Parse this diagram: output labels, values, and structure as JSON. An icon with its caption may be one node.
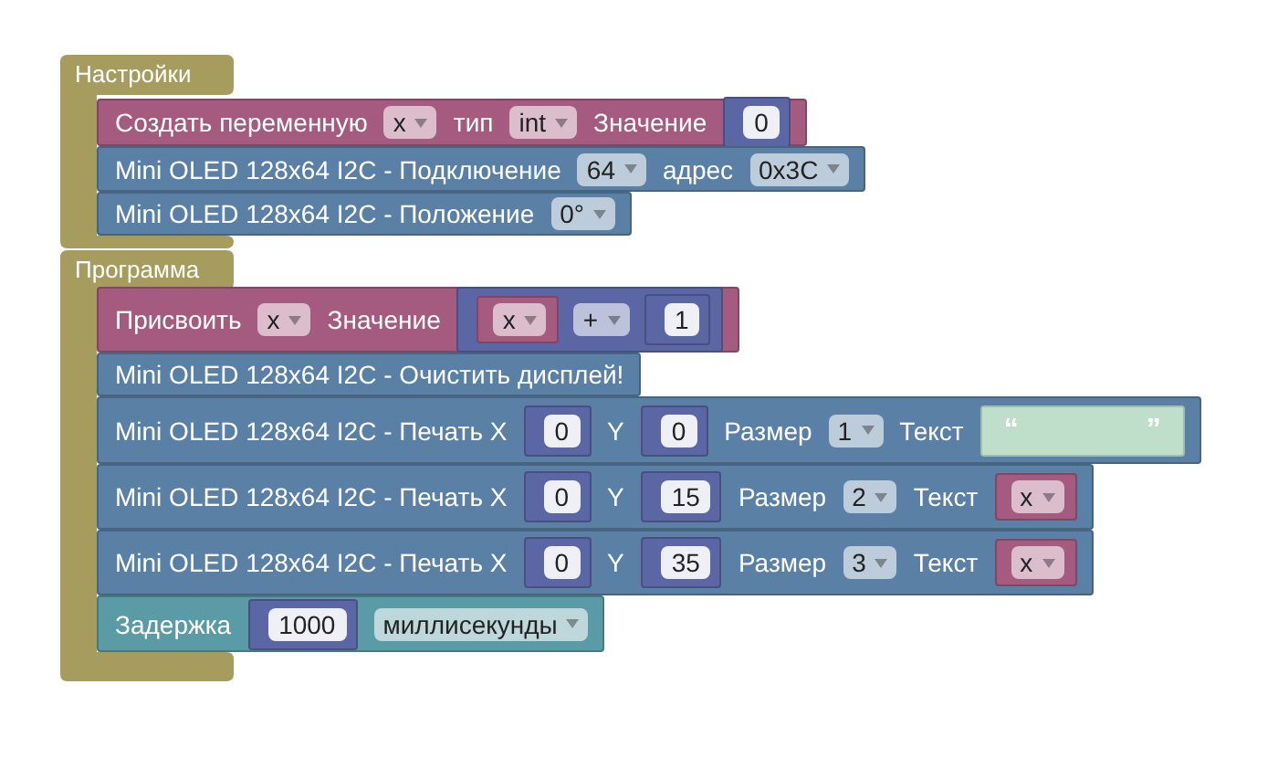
{
  "diagram": {
    "nodes": [
      {
        "text": [
          "Настройки"
        ]
      },
      {
        "text": [
          "Создать переменную",
          "тип",
          "Значение"
        ]
      },
      {
        "text": [
          "x"
        ],
        "in": 1
      },
      {
        "text": [
          "int"
        ],
        "in": 1
      },
      {
        "text": [
          "0"
        ],
        "in": 1
      },
      {
        "text": [
          "Mini OLED 128x64 I2C - Подключение",
          "адрес"
        ]
      },
      {
        "text": [
          "64"
        ],
        "in": 5
      },
      {
        "text": [
          "0x3C"
        ],
        "in": 5
      },
      {
        "text": [
          "Mini OLED 128x64 I2C - Положение"
        ]
      },
      {
        "text": [
          "0°"
        ],
        "in": 8
      },
      {
        "text": [
          "Программа"
        ]
      },
      {
        "text": [
          "Присвоить",
          "Значение"
        ]
      },
      {
        "text": [
          "x"
        ],
        "in": 11
      },
      {
        "text": [],
        "shape": "box",
        "in": 11
      },
      {
        "text": [
          "x"
        ],
        "in": 13
      },
      {
        "text": [
          "+"
        ],
        "in": 13
      },
      {
        "text": [
          "1"
        ],
        "in": 13
      },
      {
        "text": [
          "Mini OLED 128x64 I2C - Очистить дисплей!"
        ]
      },
      {
        "text": [
          "Mini OLED 128x64 I2C - Печать X",
          "Y",
          "Размер",
          "Текст"
        ]
      },
      {
        "text": [
          "0"
        ],
        "in": 18
      },
      {
        "text": [
          "0"
        ],
        "in": 18
      },
      {
        "text": [
          "1"
        ],
        "in": 18
      },
      {
        "text": [
          "“",
          "”"
        ],
        "in": 18
      },
      {
        "text": [
          "Mini OLED 128x64 I2C - Печать X",
          "Y",
          "Размер",
          "Текст"
        ]
      },
      {
        "text": [
          "0"
        ],
        "in": 23
      },
      {
        "text": [
          "15"
        ],
        "in": 23
      },
      {
        "text": [
          "2"
        ],
        "in": 23
      },
      {
        "text": [
          "x"
        ],
        "in": 23
      },
      {
        "text": [
          "Mini OLED 128x64 I2C - Печать X",
          "Y",
          "Размер",
          "Текст"
        ]
      },
      {
        "text": [
          "0"
        ],
        "in": 28
      },
      {
        "text": [
          "35"
        ],
        "in": 28
      },
      {
        "text": [
          "3"
        ],
        "in": 28
      },
      {
        "text": [
          "x"
        ],
        "in": 28
      },
      {
        "text": [
          "Задержка"
        ]
      },
      {
        "text": [
          "1000"
        ],
        "in": 33
      },
      {
        "text": [
          "миллисекунды"
        ],
        "in": 33
      }
    ]
  }
}
